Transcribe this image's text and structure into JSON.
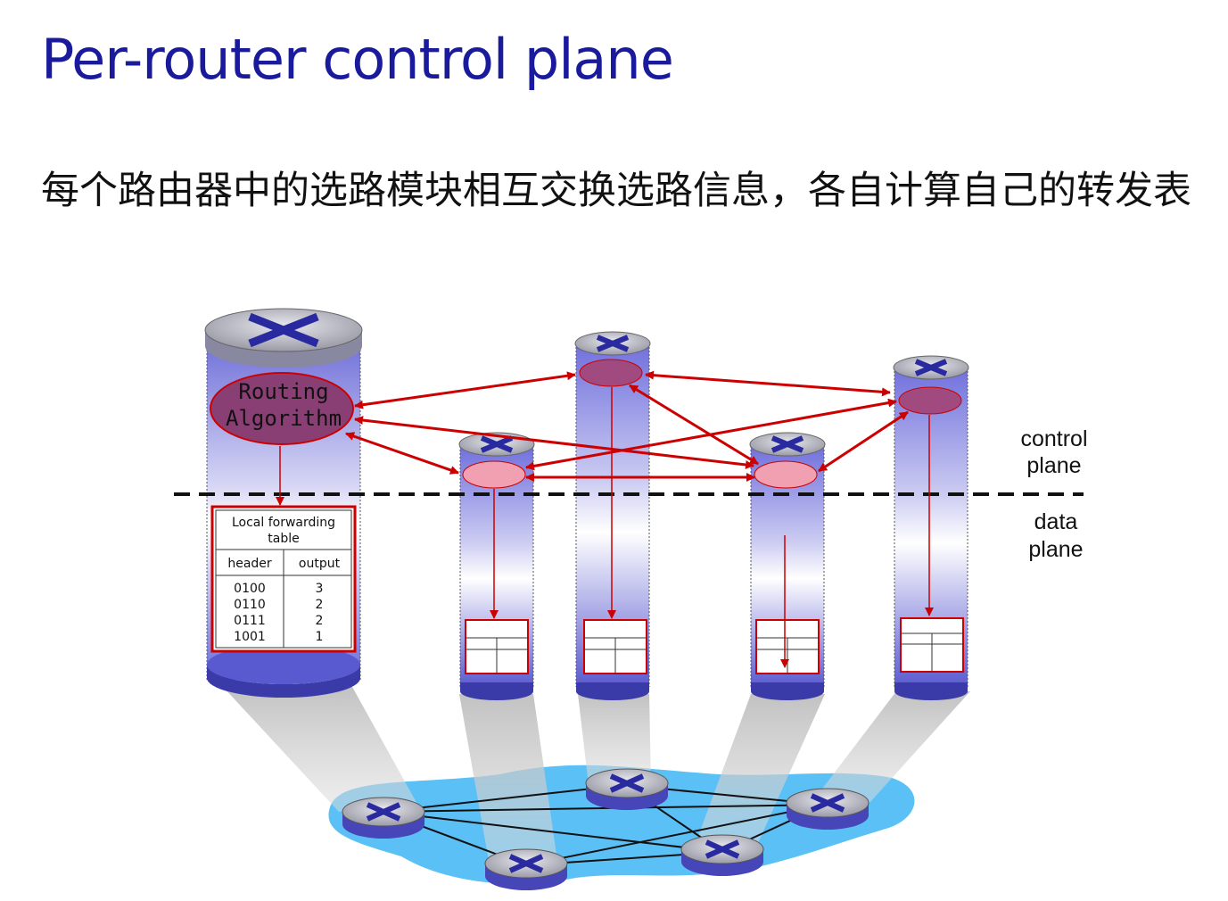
{
  "title": "Per-router control plane",
  "subtitle": "每个路由器中的选路模块相互交换选路信息，各自计算自己的转发表",
  "labels": {
    "routing_algorithm_line1": "Routing",
    "routing_algorithm_line2": "Algorithm",
    "control_plane_line1": "control",
    "control_plane_line2": "plane",
    "data_plane_line1": "data",
    "data_plane_line2": "plane"
  },
  "forwarding_table": {
    "title_line1": "Local forwarding",
    "title_line2": "table",
    "headers": [
      "header",
      "output"
    ],
    "rows": [
      {
        "header": "0100",
        "output": "3"
      },
      {
        "header": "0110",
        "output": "2"
      },
      {
        "header": "0111",
        "output": "2"
      },
      {
        "header": "1001",
        "output": "1"
      }
    ]
  },
  "colors": {
    "title": "#1a1a9c",
    "arrow": "#cc0000",
    "router_body": "#5a5ad0",
    "network_blob": "#5bc0f5"
  }
}
